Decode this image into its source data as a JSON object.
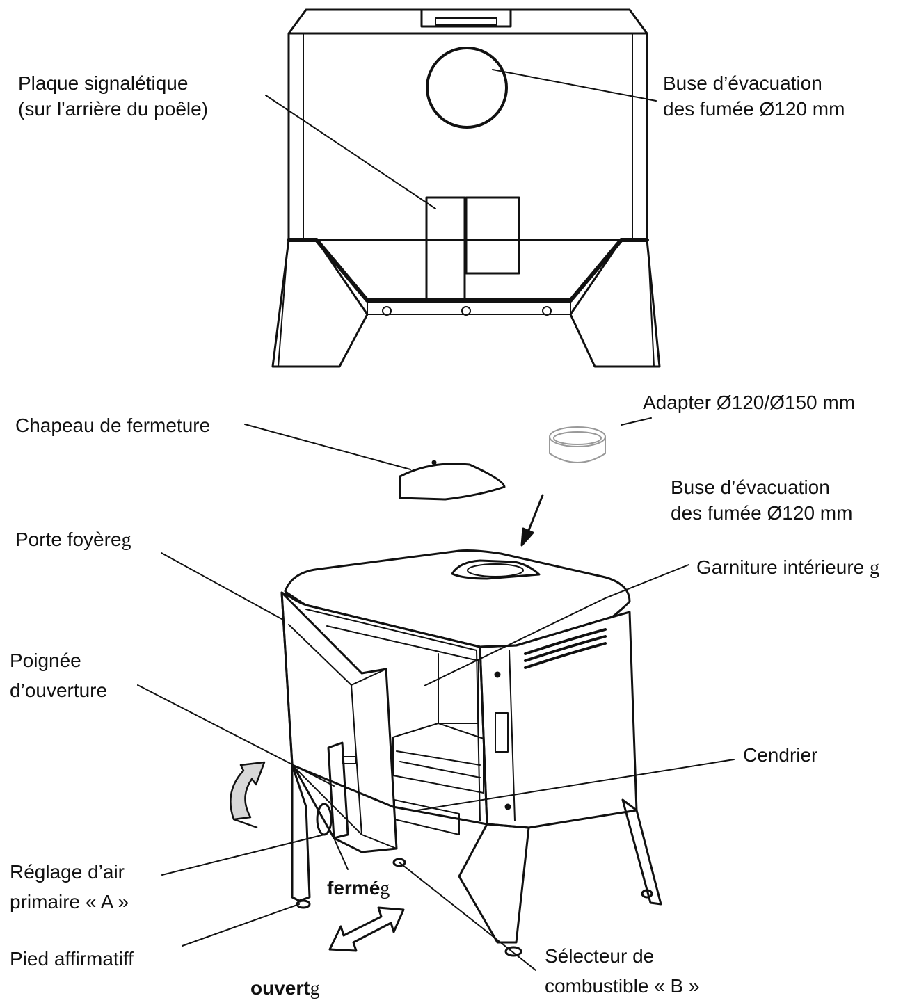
{
  "labels": {
    "plaque_line1": "Plaque signalétique",
    "plaque_line2": "(sur l'arrière du poêle)",
    "buse_top_line1": "Buse d’évacuation",
    "buse_top_line2": "des fumée Ø120 mm",
    "adapter": "Adapter Ø120/Ø150 mm",
    "chapeau": "Chapeau de fermeture",
    "buse_bottom_line1": "Buse d’évacuation",
    "buse_bottom_line2": "des fumée Ø120 mm",
    "porte": "Porte foyère",
    "porte_suffix": "g",
    "garniture": "Garniture intérieure ",
    "garniture_suffix": "g",
    "poignee_line1": "Poignée",
    "poignee_line2": "d’ouverture",
    "cendrier": "Cendrier",
    "reglage_line1": "Réglage d’air",
    "reglage_line2": "primaire « A »",
    "ferme": "fermé",
    "ferme_suffix": "g",
    "pied": "Pied affirmatiff",
    "selecteur_line1": "Sélecteur de",
    "selecteur_line2": "combustible « B »",
    "ouvert": "ouvert",
    "ouvert_suffix": "g"
  }
}
